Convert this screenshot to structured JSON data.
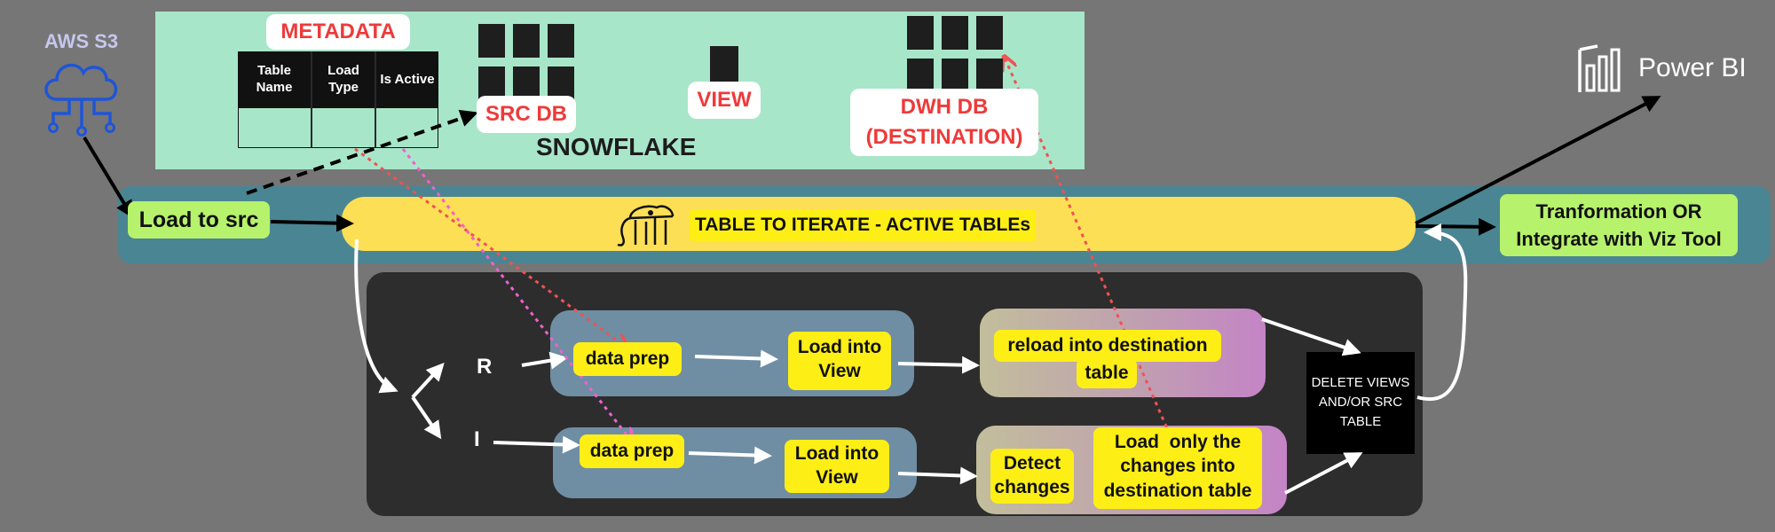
{
  "aws": {
    "label": "AWS S3"
  },
  "powerbi": {
    "label": "Power BI"
  },
  "snowflake": {
    "title": "SNOWFLAKE",
    "metadata_title": "METADATA",
    "metadata_columns": [
      "Table Name",
      "Load Type",
      "Is Active"
    ],
    "src_db_label": "SRC DB",
    "view_label": "VIEW",
    "dwh_db_label_line1": "DWH DB",
    "dwh_db_label_line2": "(DESTINATION)"
  },
  "pipeline": {
    "load_to_src": "Load to src",
    "iterate_label": "TABLE TO ITERATE - ACTIVE TABLEs",
    "transform_line1": "Tranformation OR",
    "transform_line2": "Integrate with Viz Tool"
  },
  "loop": {
    "r_label": "R",
    "i_label": "I",
    "r_row": {
      "data_prep": "data prep",
      "load_view_line1": "Load into",
      "load_view_line2": "View",
      "reload_line1": "reload into destination",
      "reload_line2": "table"
    },
    "i_row": {
      "data_prep": "data prep",
      "load_view_line1": "Load into",
      "load_view_line2": "View",
      "detect_line1": "Detect",
      "detect_line2": "changes",
      "load_changes_line1": "Load  only the",
      "load_changes_line2": "changes into",
      "load_changes_line3": "destination table"
    },
    "delete_box_line1": "DELETE VIEWS",
    "delete_box_line2": "AND/OR SRC",
    "delete_box_line3": "TABLE"
  },
  "colors": {
    "background": "#767676",
    "snowflake_panel": "#a8e6c9",
    "teal_band": "#4a8593",
    "yellow_bar": "#fddf55",
    "dark_panel": "#2d2d2d",
    "blue_group": "#6f8ea3",
    "label_yellow": "#fdee16",
    "label_green": "#b6f26c",
    "red_text": "#ee3a3a",
    "aws_blue": "#1f55d6"
  }
}
